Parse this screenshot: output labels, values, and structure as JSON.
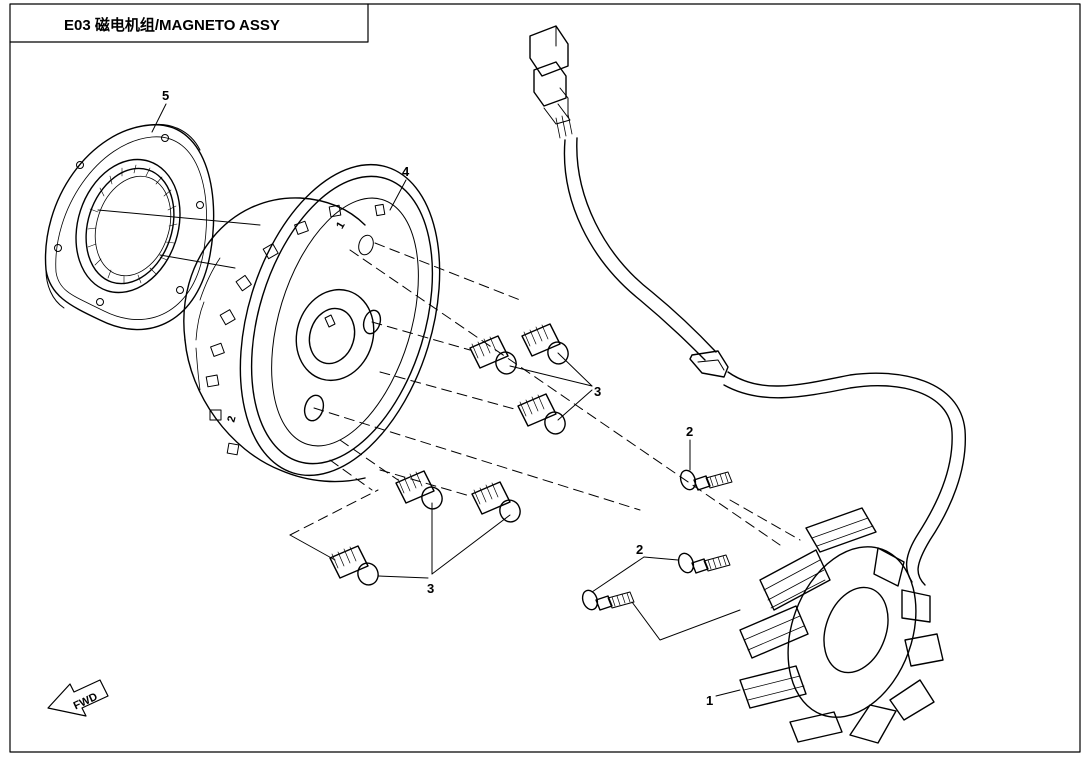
{
  "title": "E03 磁电机组/MAGNETO ASSY",
  "callouts": {
    "stator": "1",
    "flange_bolt_a": "2",
    "flange_bolt_b": "2",
    "cap_screw_upper": "3",
    "cap_screw_lower": "3",
    "flywheel": "4",
    "starter_clutch": "5"
  },
  "rotor_marks": {
    "mark_1": "1",
    "mark_2": "2"
  },
  "direction_arrow": {
    "label": "FWD",
    "icon": "fwd-arrow-icon"
  },
  "colors": {
    "line": "#000000",
    "background": "#ffffff"
  }
}
